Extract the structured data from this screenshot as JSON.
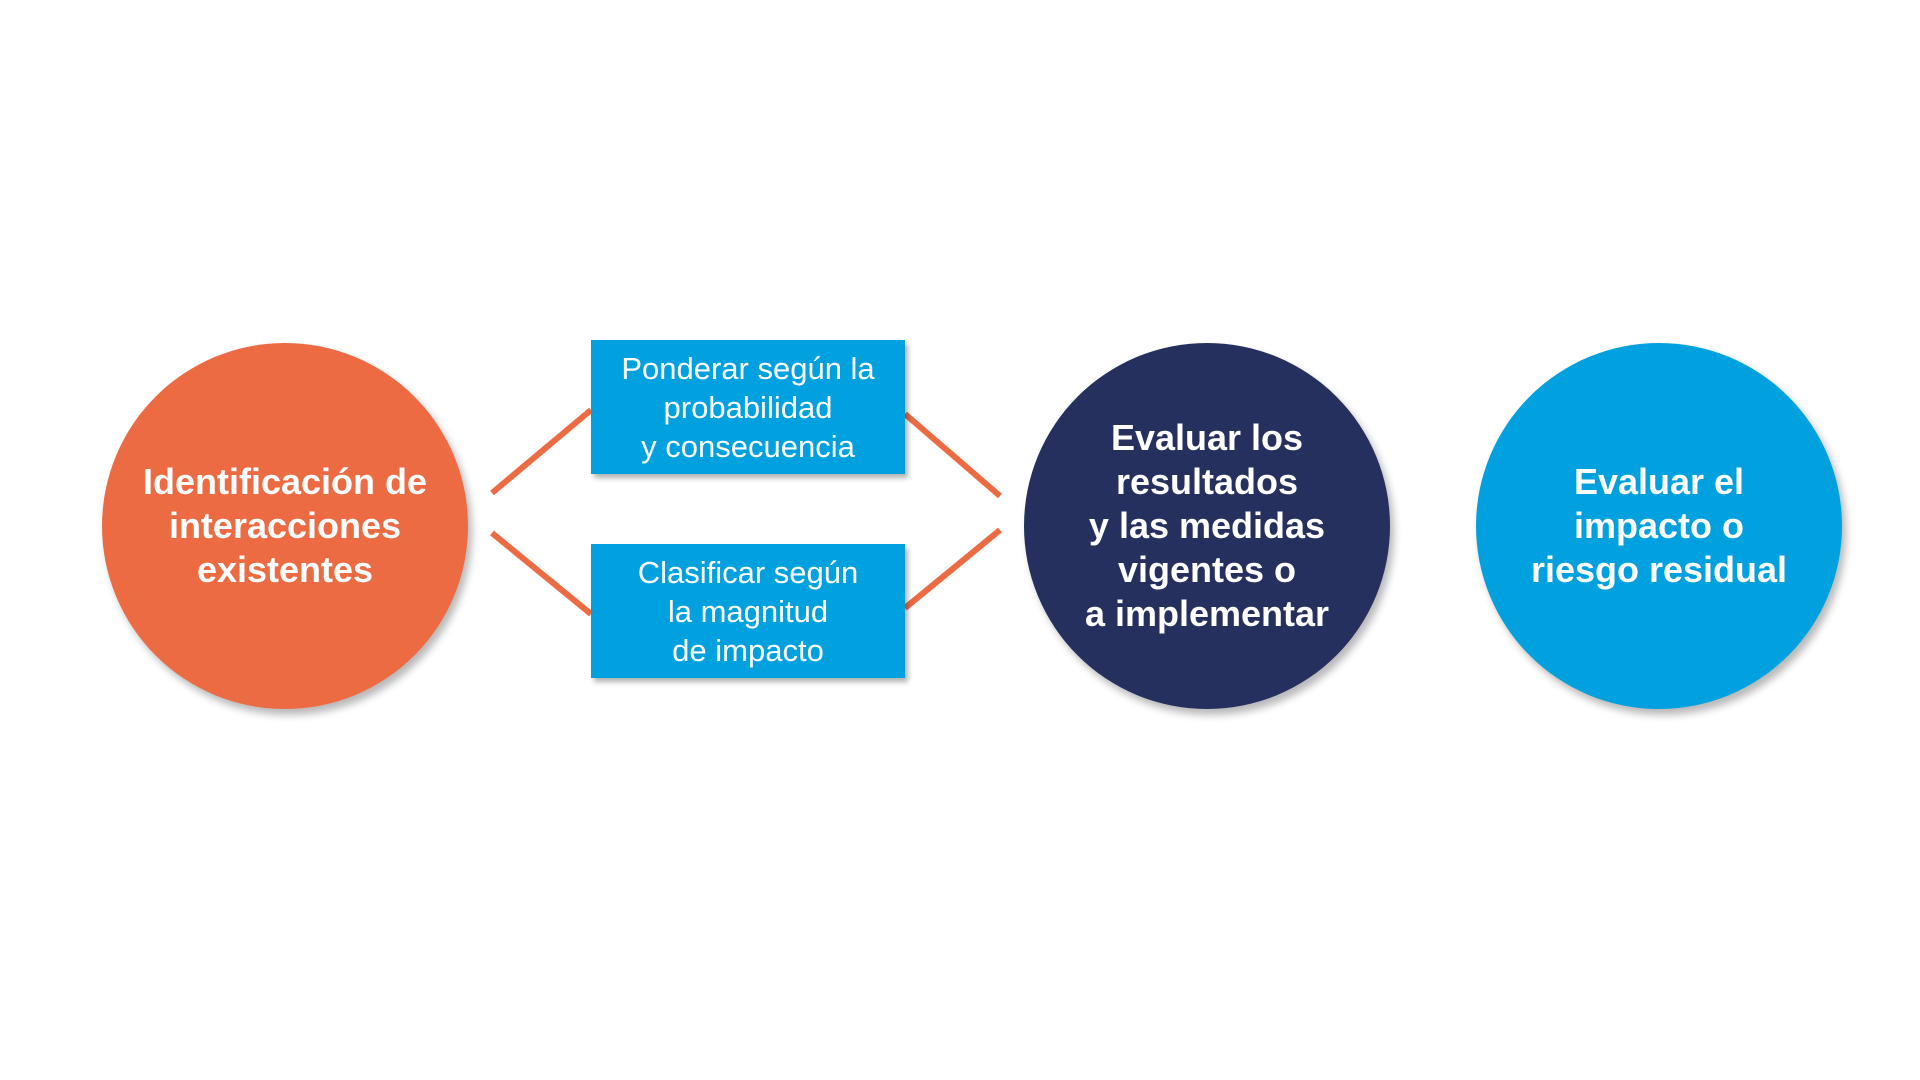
{
  "colors": {
    "orange": "#EC6B43",
    "navy": "#25305E",
    "blue": "#00A1DE",
    "connector": "#EC6B43",
    "background": "#FFFFFF"
  },
  "nodes": {
    "identify": {
      "label": "Identificación de\ninteracciones\nexistentes"
    },
    "weigh": {
      "label": "Ponderar según la\nprobabilidad\ny consecuencia"
    },
    "classify": {
      "label": "Clasificar según\nla magnitud\nde impacto"
    },
    "evaluate_results": {
      "label": "Evaluar los\nresultados\ny las medidas\nvigentes o\na implementar"
    },
    "evaluate_impact": {
      "label": "Evaluar el\nimpacto o\nriesgo residual"
    }
  }
}
